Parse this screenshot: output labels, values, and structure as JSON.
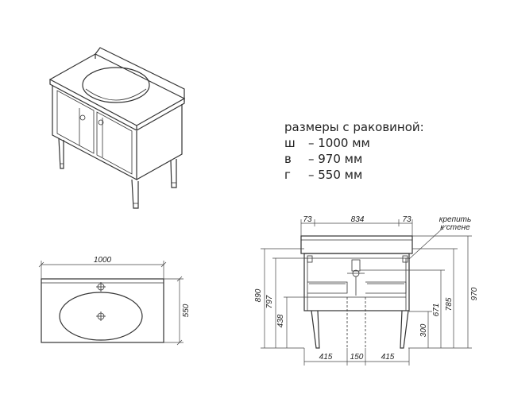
{
  "specs": {
    "title": "размеры с раковиной:",
    "rows": [
      {
        "key": "ш",
        "value": "– 1000 мм"
      },
      {
        "key": "в",
        "value": "– 970 мм"
      },
      {
        "key": "г",
        "value": "– 550 мм"
      }
    ]
  },
  "top_view": {
    "width_label": "1000",
    "depth_label": "550"
  },
  "front_view": {
    "overhang_left": "73",
    "inner_width": "834",
    "overhang_right": "73",
    "fix_note_line1": "крепить",
    "fix_note_line2": "к стене",
    "height_890": "890",
    "height_797": "797",
    "height_438": "438",
    "height_970": "970",
    "height_785": "785",
    "height_671": "671",
    "height_300": "300",
    "bottom_left": "415",
    "bottom_mid": "150",
    "bottom_right": "415"
  }
}
